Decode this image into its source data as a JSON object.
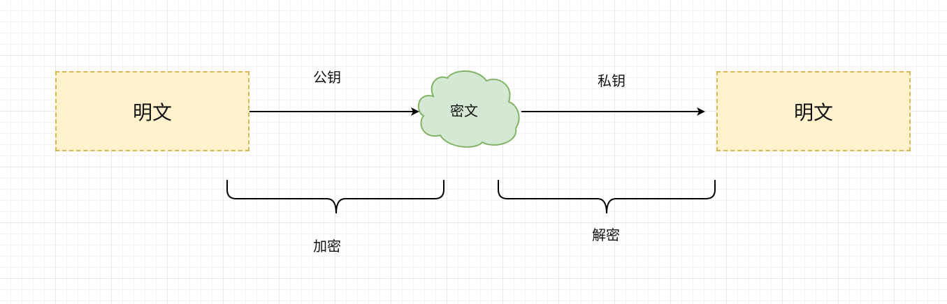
{
  "nodes": {
    "plaintext_left": "明文",
    "ciphertext": "密文",
    "plaintext_right": "明文"
  },
  "edges": {
    "public_key": "公钥",
    "private_key": "私钥"
  },
  "braces": {
    "encrypt": "加密",
    "decrypt": "解密"
  },
  "colors": {
    "box_fill": "#fff2cc",
    "box_stroke": "#d6b656",
    "cloud_fill": "#d5e8d4",
    "cloud_stroke": "#82b366",
    "line": "#000000"
  }
}
